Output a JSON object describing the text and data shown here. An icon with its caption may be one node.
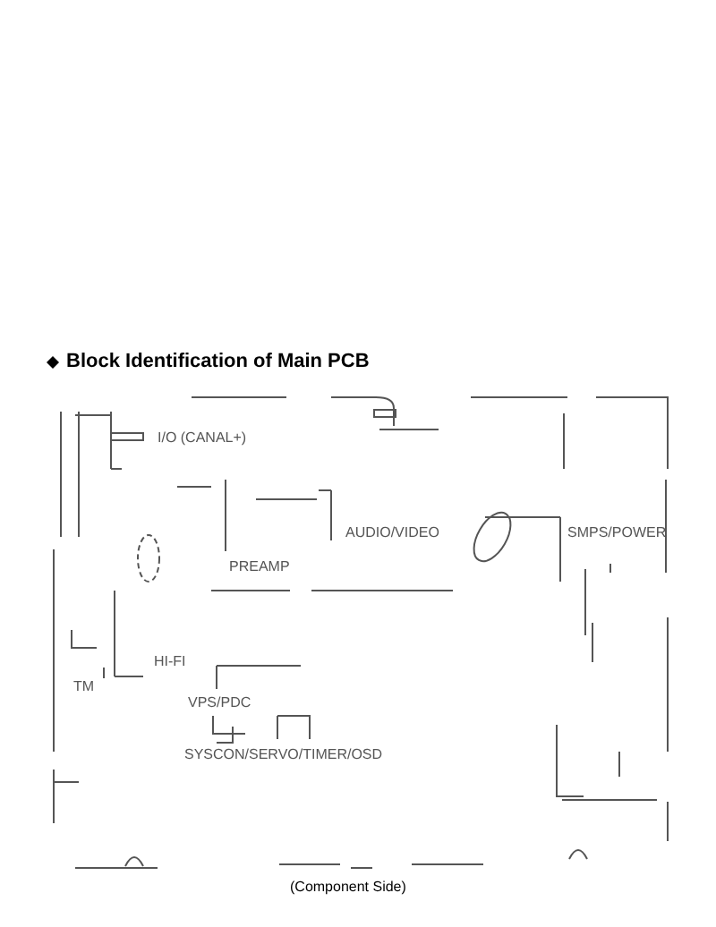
{
  "diagram": {
    "title": "Block Identification of Main PCB",
    "caption": "(Component Side)",
    "labels": [
      "I/O (CANAL+)",
      "AUDIO/VIDEO",
      "SMPS/POWER",
      "PREAMP",
      "HI-FI",
      "TM",
      "VPS/PDC",
      "SYSCON/SERVO/TIMER/OSD"
    ]
  }
}
